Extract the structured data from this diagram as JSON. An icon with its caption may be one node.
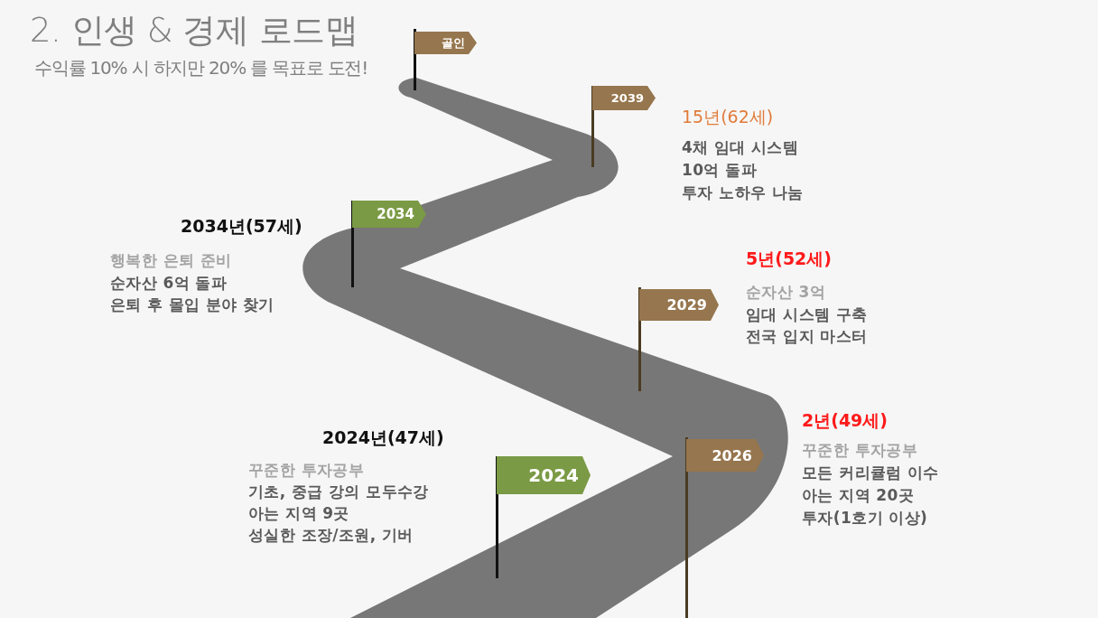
{
  "diagram": {
    "title": "2. 인생 & 경제 로드맵",
    "nodes": [
      {
        "text": [
          "2024"
        ],
        "beside": [
          "2024년(47세)",
          "꾸준한 투자공부",
          "기초, 중급 강의 모두수강",
          "아는 지역 9곳",
          "성실한 조장/조원, 기버"
        ]
      },
      {
        "text": [
          "2026"
        ],
        "beside": [
          "2년(49세)",
          "꾸준한 투자공부",
          "모든 커리큘럼 이수",
          "아는 지역 20곳",
          "투자(1호기 이상)"
        ]
      },
      {
        "text": [
          "2029"
        ],
        "beside": [
          "5년(52세)",
          "순자산 3억",
          "임대 시스템 구축",
          "전국 입지 마스터"
        ]
      },
      {
        "text": [
          "2034"
        ],
        "beside": [
          "2034년(57세)",
          "행복한 은퇴 준비",
          "순자산 6억 돌파",
          "은퇴 후 몰입 분야 찾기"
        ]
      },
      {
        "text": [
          "2039"
        ],
        "beside": [
          "15년(62세)",
          "4채 임대 시스템",
          "10억 돌파",
          "투자 노하우 나눔"
        ]
      },
      {
        "text": [
          "골인"
        ]
      }
    ],
    "labels": [
      "수익률 10% 시 하지만 20% 를 목표로 도전!"
    ]
  }
}
